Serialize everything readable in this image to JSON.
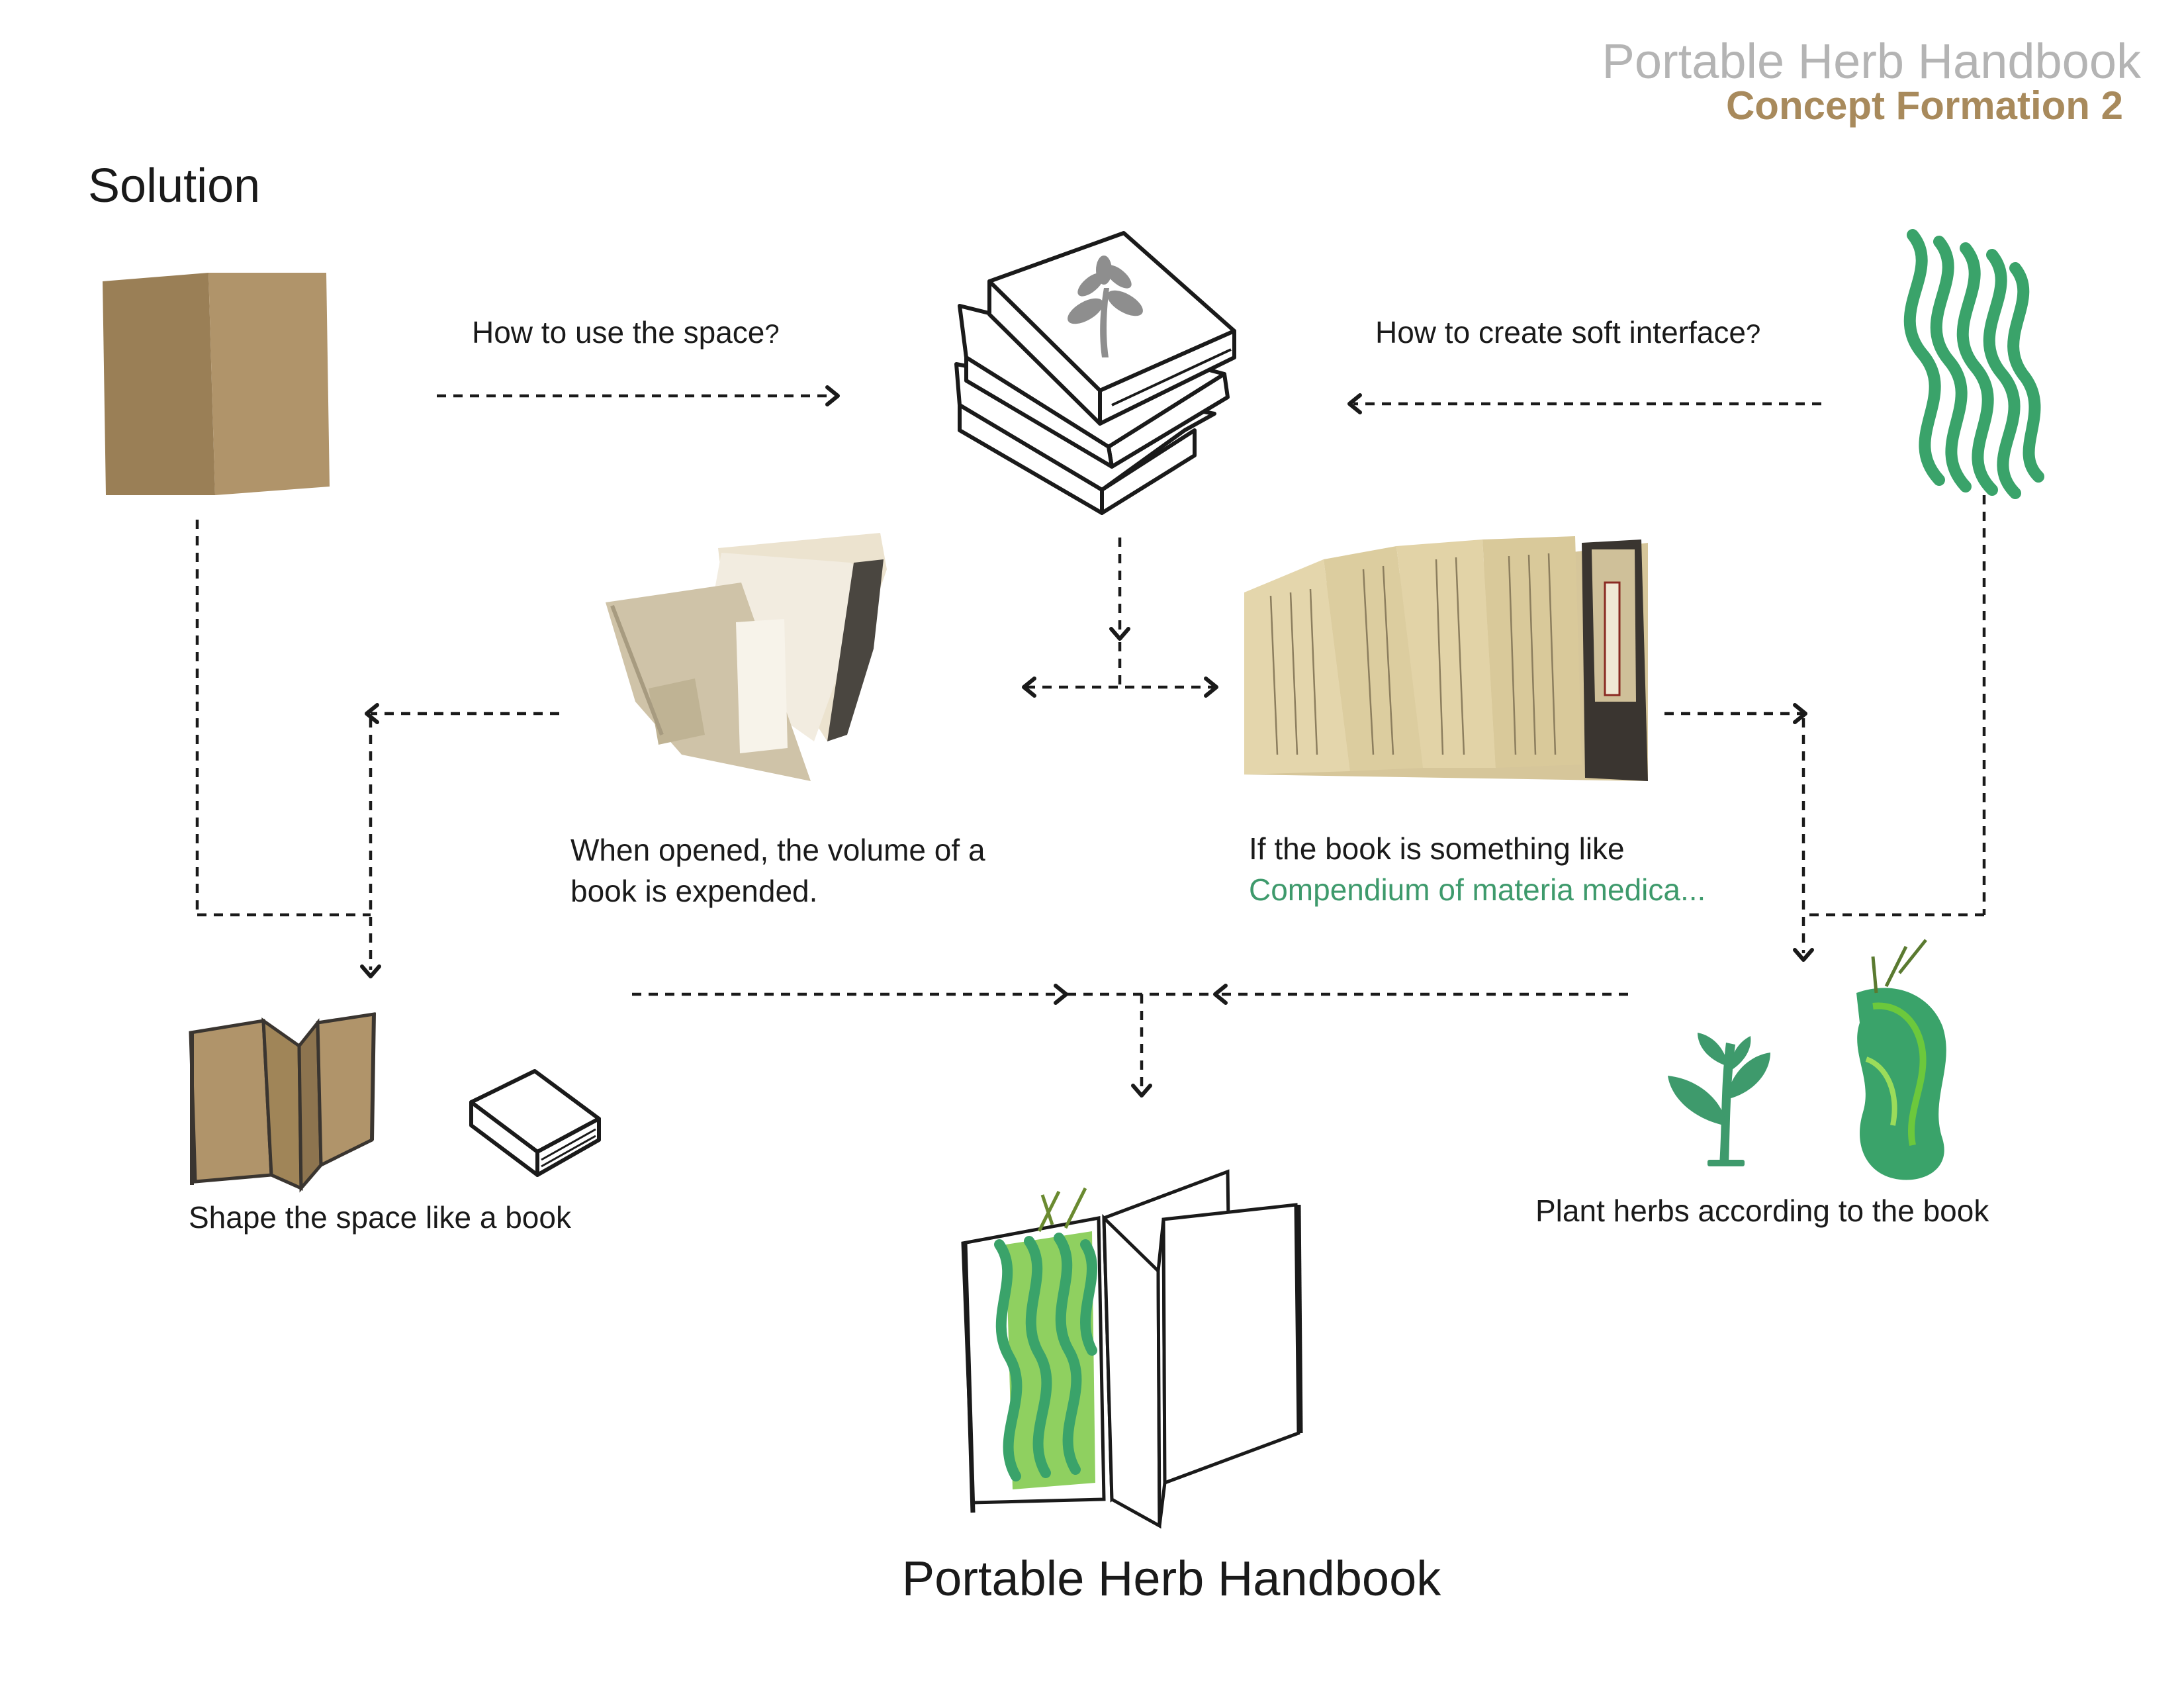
{
  "header": {
    "title": "Portable Herb Handbook",
    "subtitle": "Concept Formation 2"
  },
  "section_title": "Solution",
  "questions": {
    "space": "How to use the space",
    "interface": "How to create soft interface"
  },
  "captions": {
    "opened_line1": "When opened, the volume of  a",
    "opened_line2": "book is expended.",
    "compendium_line1": "If the book is something like",
    "compendium_line2": "Compendium of materia medica...",
    "shape": "Shape the space like a book",
    "plant": "Plant herbs according to the book"
  },
  "final_title": "Portable Herb Handbook",
  "colors": {
    "title_gray": "#b4b4b4",
    "subtitle_brown": "#a88a5c",
    "cardboard": "#a88d62",
    "cardboard_dark": "#8d744f",
    "herb_green": "#3aa36a",
    "compendium_green": "#3e9a6c",
    "ink": "#1a1a1a"
  },
  "icons": [
    "cardboard-box-icon",
    "book-stack-plant-icon",
    "green-waves-icon",
    "opened-old-book-photo",
    "ancient-books-photo",
    "folding-book-icon",
    "closed-book-icon",
    "sprout-icon",
    "herb-panel-icon",
    "herb-handbook-icon"
  ]
}
